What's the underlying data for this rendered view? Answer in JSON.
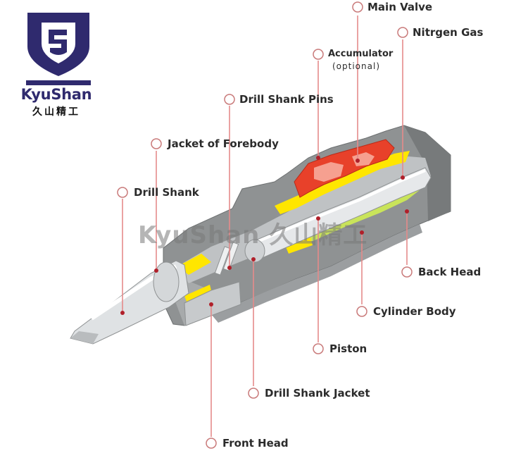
{
  "brand": {
    "name": "KyuShan",
    "name_cn": "久山精工"
  },
  "watermark": "KyuShan 久山精工",
  "labels": {
    "main_valve": "Main Valve",
    "nitrogen_gas": "Nitrgen Gas",
    "accumulator": "Accumulator",
    "accumulator_note": "(optional)",
    "drill_shank_pins": "Drill Shank Pins",
    "jacket_of_forebody": "Jacket of Forebody",
    "drill_shank": "Drill Shank",
    "back_head": "Back Head",
    "cylinder_body": "Cylinder Body",
    "piston": "Piston",
    "drill_shank_jacket": "Drill Shank Jacket",
    "front_head": "Front Head"
  },
  "colors": {
    "brand_purple": "#2f2a6e",
    "leader_line": "#e58a8a",
    "casing_gray": "#8f9293",
    "steel_light": "#dcdfe1",
    "accumulator_red": "#e8412a",
    "seal_yellow": "#ffe600",
    "grease_green": "#c9e45a"
  }
}
